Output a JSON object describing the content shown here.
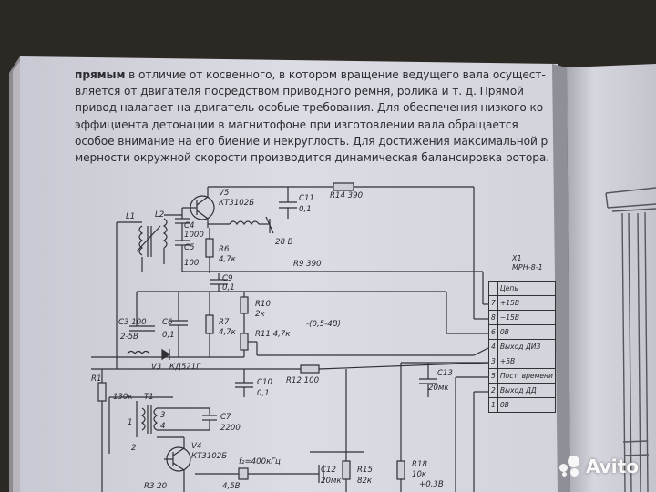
{
  "text_lines": [
    {
      "bold": "прямым",
      "rest": " в отличие от косвенного, в котором вращение ведущего вала осущест-"
    },
    {
      "bold": "",
      "rest": "вляется от двигателя посредством приводного ремня, ролика и т. д.  Прямой"
    },
    {
      "bold": "",
      "rest": "привод налагает на двигатель особые требования. Для обеспечения низкого ко-"
    },
    {
      "bold": "",
      "rest": "эффициента детонации в магнитофоне при изготовлении вала обращается"
    },
    {
      "bold": "",
      "rest": "особое внимание на его биение и некруглость. Для достижения максимальной равно-"
    },
    {
      "bold": "",
      "rest": "мерности окружной скорости производится динамическая балансировка ротора."
    }
  ],
  "schematic": {
    "labels": {
      "v5": "V5",
      "v5_type": "КТ3102Б",
      "c11": "С11",
      "c11_val": "0,1",
      "r14": "R14 390",
      "l1": "L1",
      "l2": "L2",
      "c4": "С4",
      "c4_val": "1000",
      "c5": "С5",
      "c5_val": "100",
      "r6": "R6",
      "r6_val": "4,7к",
      "v28": "28 В",
      "r9": "R9 390",
      "c9": "С9",
      "c9_val": "0,1",
      "r10": "R10",
      "r10_val": "2к",
      "r7": "R7",
      "r7_val": "4,7к",
      "r11": "R11 4,7к",
      "bias": "-(0,5-4В)",
      "c3": "С3 100",
      "c6": "С6",
      "c6_val": "0,1",
      "c3_range": "2-5В",
      "v3": "V3",
      "v3_type": "КД521Г",
      "r1": "R1",
      "r1_val": "130к",
      "t1": "Т1",
      "t1_pin3": "3",
      "t1_pin4": "4",
      "t1_pin1": "1",
      "t1_pin2": "2",
      "c10": "С10",
      "c10_val": "0,1",
      "r12": "R12 100",
      "c13": "С13",
      "c13_val": "20мк",
      "c7": "С7",
      "c7_val": "2200",
      "v4": "V4",
      "v4_type": "КТ3102Б",
      "freq": "f₂=400кГц",
      "c12": "С12",
      "c12_val": "20мк",
      "r15": "R15",
      "r15_val": "82к",
      "r18": "R18",
      "r18_val": "10к",
      "r3": "R3 20",
      "v45": "4,5В",
      "v03": "+0,3В"
    },
    "connector": {
      "ref": "X1",
      "type": "МРН-8-1",
      "header": "Цепь",
      "rows": [
        {
          "pin": "7",
          "signal": "+15В"
        },
        {
          "pin": "8",
          "signal": "−15В"
        },
        {
          "pin": "6",
          "signal": "0В"
        },
        {
          "pin": "4",
          "signal": "Выход ДИЗ"
        },
        {
          "pin": "3",
          "signal": "+5В"
        },
        {
          "pin": "5",
          "signal": "Пост. времени"
        },
        {
          "pin": "2",
          "signal": "Выход ДД"
        },
        {
          "pin": "1",
          "signal": "0В"
        }
      ]
    }
  },
  "watermark": {
    "brand": "Avito"
  }
}
